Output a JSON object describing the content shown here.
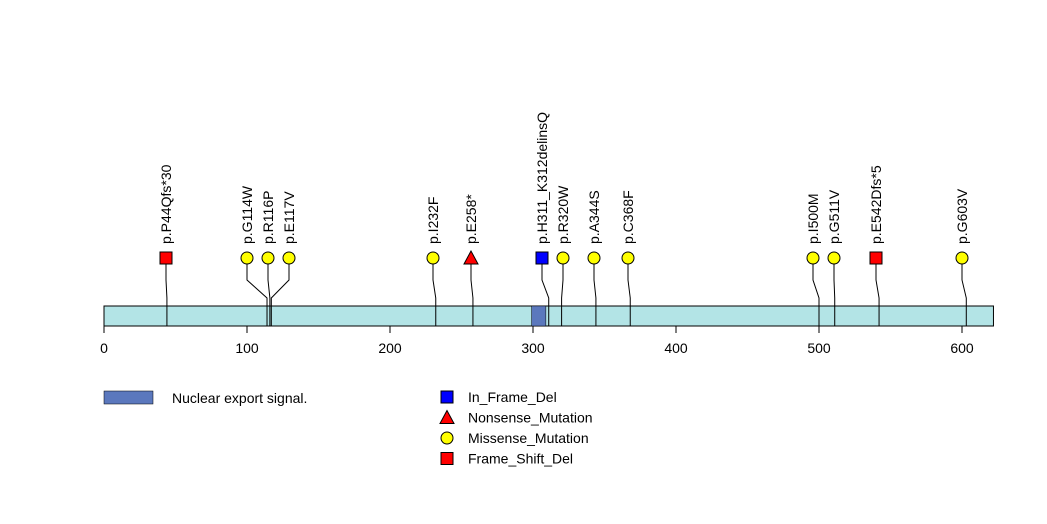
{
  "chart_data": {
    "type": "lollipop",
    "protein_length": 622,
    "xlim": [
      0,
      622
    ],
    "x_ticks": [
      0,
      100,
      200,
      300,
      400,
      500,
      600
    ],
    "x_tick_labels": [
      "0",
      "100",
      "200",
      "300",
      "400",
      "500",
      "600"
    ],
    "domains": [
      {
        "name": "Nuclear export signal.",
        "start": 299,
        "end": 309,
        "color": "#5b78bd"
      }
    ],
    "backbone_color": "#b3e4e6",
    "mutations": [
      {
        "label": "p.P44Qfs*30",
        "position": 44,
        "type": "Frame_Shift_Del"
      },
      {
        "label": "p.G114W",
        "position": 114,
        "type": "Missense_Mutation"
      },
      {
        "label": "p.R116P",
        "position": 116,
        "type": "Missense_Mutation"
      },
      {
        "label": "p.E117V",
        "position": 117,
        "type": "Missense_Mutation"
      },
      {
        "label": "p.I232F",
        "position": 232,
        "type": "Missense_Mutation"
      },
      {
        "label": "p.E258*",
        "position": 258,
        "type": "Nonsense_Mutation"
      },
      {
        "label": "p.H311_K312delinsQ",
        "position": 311,
        "type": "In_Frame_Del"
      },
      {
        "label": "p.R320W",
        "position": 320,
        "type": "Missense_Mutation"
      },
      {
        "label": "p.A344S",
        "position": 344,
        "type": "Missense_Mutation"
      },
      {
        "label": "p.C368F",
        "position": 368,
        "type": "Missense_Mutation"
      },
      {
        "label": "p.I500M",
        "position": 500,
        "type": "Missense_Mutation"
      },
      {
        "label": "p.G511V",
        "position": 511,
        "type": "Missense_Mutation"
      },
      {
        "label": "p.E542Dfs*5",
        "position": 542,
        "type": "Frame_Shift_Del"
      },
      {
        "label": "p.G603V",
        "position": 603,
        "type": "Missense_Mutation"
      }
    ],
    "mutation_types": [
      {
        "name": "In_Frame_Del",
        "shape": "square",
        "color": "#0000ff"
      },
      {
        "name": "Nonsense_Mutation",
        "shape": "triangle",
        "color": "#ff0000"
      },
      {
        "name": "Missense_Mutation",
        "shape": "circle",
        "color": "#ffff00"
      },
      {
        "name": "Frame_Shift_Del",
        "shape": "square",
        "color": "#ff0000"
      }
    ],
    "domain_legend": [
      {
        "name": "Nuclear export signal.",
        "color": "#5b78bd"
      }
    ]
  }
}
